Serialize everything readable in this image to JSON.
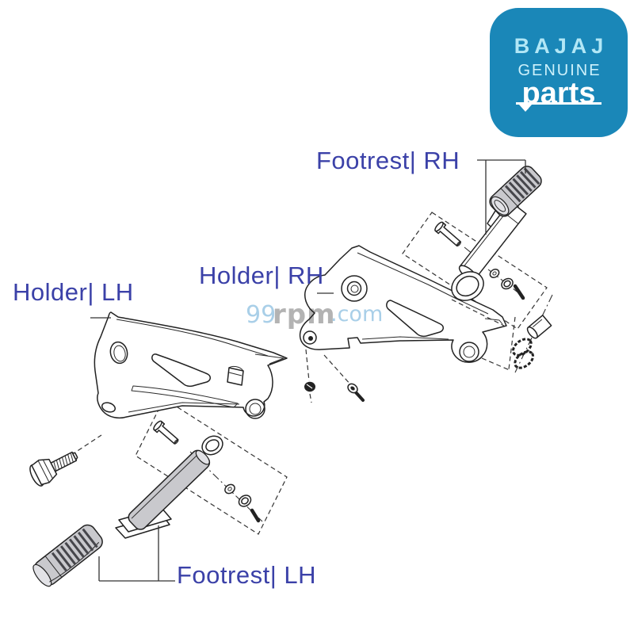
{
  "page": {
    "bg": "#ffffff"
  },
  "logo": {
    "brand": "BAJAJ",
    "genuine": "GENUINE",
    "parts": "parts",
    "bg_color": "#1a87b8",
    "brand_color": "#b2e7f6",
    "genuine_color": "#cdf1fb",
    "parts_color": "#ffffff"
  },
  "labels": {
    "footrest_rh": "Footrest| RH",
    "holder_rh": "Holder| RH",
    "holder_lh": "Holder| LH",
    "footrest_lh": "Footrest| LH",
    "color": "#3b41a8"
  },
  "watermark": {
    "prefix": "99",
    "mid": "rpm",
    "suffix": ".com",
    "blue": "#a9cfe8",
    "gray": "#b3b3b3"
  },
  "diagram": {
    "line_color": "#222222",
    "rubber_fill": "#c9c9cd",
    "kind": "exploded-parts-view",
    "assemblies": [
      {
        "side": "RH",
        "parts": [
          "footrest-rubber",
          "footrest-arm",
          "clevis-pin",
          "o-ring",
          "washers",
          "retainer-pin",
          "holder-bracket",
          "mounting-screws",
          "bush",
          "spring-washer"
        ]
      },
      {
        "side": "LH",
        "parts": [
          "holder-bracket",
          "hex-flange-bolt",
          "clevis-pin",
          "o-ring",
          "washers",
          "retainer-pin",
          "footrest-arm",
          "footrest-base",
          "footrest-rubber"
        ]
      }
    ]
  }
}
